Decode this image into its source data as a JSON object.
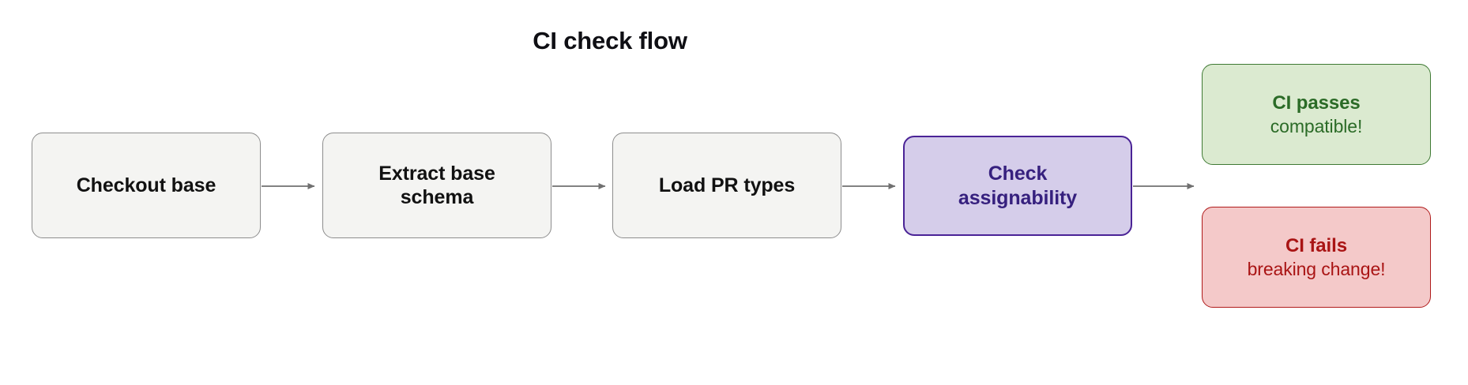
{
  "title": "CI check flow",
  "colors": {
    "process_fill": "#f4f4f2",
    "process_stroke": "#8d8d8d",
    "process_text": "#111111",
    "highlight_fill": "#d5cdea",
    "highlight_stroke": "#4a2396",
    "highlight_text": "#36207e",
    "success_fill": "#dbead0",
    "success_stroke": "#3f7a34",
    "success_text": "#2b6b27",
    "failure_fill": "#f4c9c9",
    "failure_stroke": "#b01b1b",
    "failure_text": "#a91414",
    "arrow": "#707070",
    "background": "#ffffff",
    "title_text": "#0f0f14"
  },
  "chart_data": {
    "type": "diagram",
    "subtype": "flowchart",
    "orientation": "left-to-right",
    "title": "CI check flow",
    "nodes": [
      {
        "id": "checkout-base",
        "label_line1": "Checkout base",
        "label_line2": "",
        "style": "process",
        "order": 1
      },
      {
        "id": "extract-schema",
        "label_line1": "Extract base",
        "label_line2": "schema",
        "style": "process",
        "order": 2
      },
      {
        "id": "load-pr-types",
        "label_line1": "Load PR types",
        "label_line2": "",
        "style": "process",
        "order": 3
      },
      {
        "id": "check-assign",
        "label_line1": "Check",
        "label_line2": "assignability",
        "style": "highlight",
        "order": 4
      },
      {
        "id": "ci-passes",
        "label_line1": "CI passes",
        "label_line2": "compatible!",
        "style": "success",
        "order": 5
      },
      {
        "id": "ci-fails",
        "label_line1": "CI fails",
        "label_line2": "breaking change!",
        "style": "failure",
        "order": 6
      }
    ],
    "edges": [
      {
        "from": "checkout-base",
        "to": "extract-schema",
        "label": ""
      },
      {
        "from": "extract-schema",
        "to": "load-pr-types",
        "label": ""
      },
      {
        "from": "load-pr-types",
        "to": "check-assign",
        "label": ""
      },
      {
        "from": "check-assign",
        "to": "ci-passes",
        "label": ""
      }
    ]
  },
  "nodes": {
    "checkout_base": {
      "line1": "Checkout base",
      "line2": ""
    },
    "extract_schema": {
      "line1": "Extract base",
      "line2": "schema"
    },
    "load_pr_types": {
      "line1": "Load PR types",
      "line2": ""
    },
    "check_assign": {
      "line1": "Check",
      "line2": "assignability"
    },
    "ci_passes": {
      "line1": "CI passes",
      "line2": "compatible!"
    },
    "ci_fails": {
      "line1": "CI fails",
      "line2": "breaking change!"
    }
  }
}
